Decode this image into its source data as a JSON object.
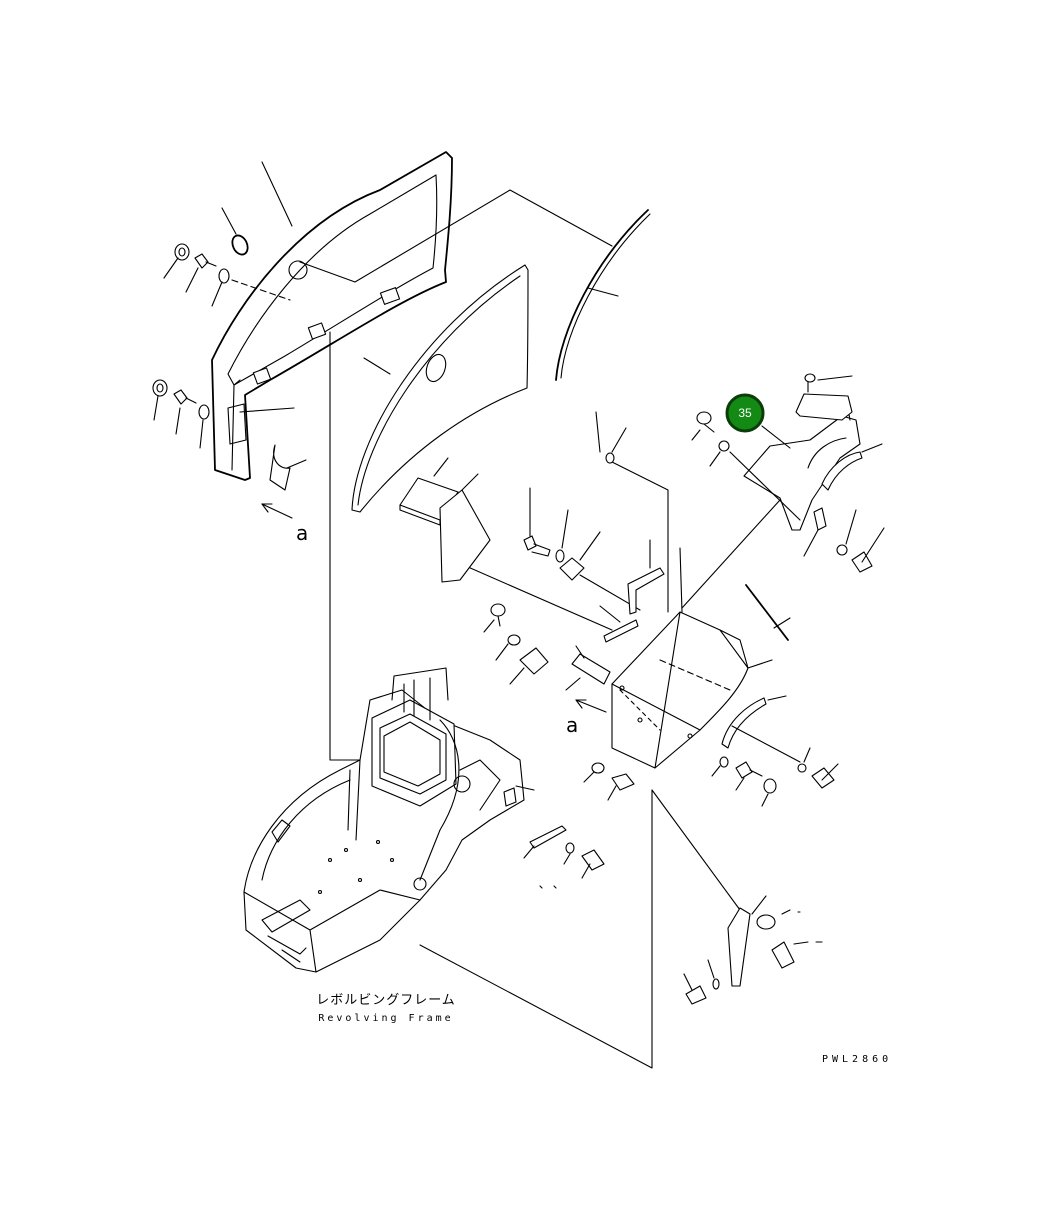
{
  "diagram": {
    "frame_label_jp": "レボルビングフレーム",
    "frame_label_en": "Revolving Frame",
    "view_marker_1": "a",
    "view_marker_2": "a",
    "drawing_code": "PWL2860",
    "callout": {
      "number": "35",
      "fill_color": "#138a13",
      "ring_color": "#0a3d0a"
    }
  }
}
